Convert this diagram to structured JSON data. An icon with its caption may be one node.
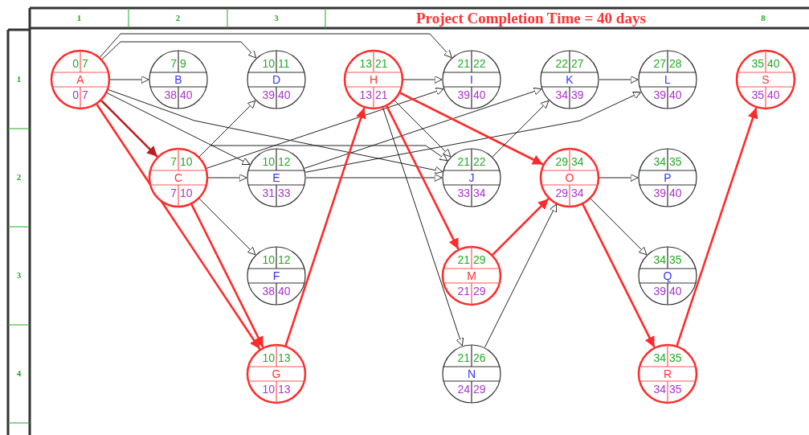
{
  "diagram": {
    "title": "Project Completion Time = 40 days",
    "nodes": [
      {
        "text": [
          "0",
          "7",
          "A",
          "0",
          "7"
        ]
      },
      {
        "text": [
          "7",
          "9",
          "B",
          "38",
          "40"
        ]
      },
      {
        "text": [
          "10",
          "11",
          "D",
          "39",
          "40"
        ]
      },
      {
        "text": [
          "13",
          "21",
          "H",
          "13",
          "21"
        ]
      },
      {
        "text": [
          "21",
          "22",
          "I",
          "39",
          "40"
        ]
      },
      {
        "text": [
          "22",
          "27",
          "K",
          "34",
          "39"
        ]
      },
      {
        "text": [
          "27",
          "28",
          "L",
          "39",
          "40"
        ]
      },
      {
        "text": [
          "35",
          "40",
          "S",
          "35",
          "40"
        ]
      },
      {
        "text": [
          "7",
          "10",
          "C",
          "7",
          "10"
        ]
      },
      {
        "text": [
          "10",
          "12",
          "E",
          "31",
          "33"
        ]
      },
      {
        "text": [
          "21",
          "22",
          "J",
          "33",
          "34"
        ]
      },
      {
        "text": [
          "29",
          "34",
          "O",
          "29",
          "34"
        ]
      },
      {
        "text": [
          "34",
          "35",
          "P",
          "39",
          "40"
        ]
      },
      {
        "text": [
          "10",
          "12",
          "F",
          "38",
          "40"
        ]
      },
      {
        "text": [
          "21",
          "29",
          "M",
          "21",
          "29"
        ]
      },
      {
        "text": [
          "34",
          "35",
          "Q",
          "39",
          "40"
        ]
      },
      {
        "text": [
          "10",
          "13",
          "G",
          "10",
          "13"
        ]
      },
      {
        "text": [
          "21",
          "26",
          "N",
          "24",
          "29"
        ]
      },
      {
        "text": [
          "34",
          "35",
          "R",
          "34",
          "35"
        ]
      }
    ],
    "edges": [
      {
        "from": 0,
        "to": 1,
        "arrow": "to"
      },
      {
        "from": 0,
        "to": 2,
        "arrow": "to"
      },
      {
        "from": 0,
        "to": 4,
        "arrow": "to"
      },
      {
        "from": 0,
        "to": 8,
        "arrow": "to",
        "style": "thick",
        "color": "#b82020"
      },
      {
        "from": 0,
        "to": 9,
        "arrow": "to"
      },
      {
        "from": 0,
        "to": 10,
        "arrow": "to"
      },
      {
        "from": 0,
        "to": 16,
        "arrow": "to",
        "style": "thick",
        "color": "#ff2a2a"
      },
      {
        "from": 8,
        "to": 2,
        "arrow": "to"
      },
      {
        "from": 8,
        "to": 9,
        "arrow": "to"
      },
      {
        "from": 8,
        "to": 4,
        "arrow": "to"
      },
      {
        "from": 8,
        "to": 10,
        "arrow": "to"
      },
      {
        "from": 8,
        "to": 13,
        "arrow": "to"
      },
      {
        "from": 8,
        "to": 16,
        "arrow": "to",
        "style": "thick",
        "color": "#ff2a2a"
      },
      {
        "from": 9,
        "to": 10,
        "arrow": "to"
      },
      {
        "from": 9,
        "to": 5,
        "arrow": "to"
      },
      {
        "from": 9,
        "to": 6,
        "arrow": "to"
      },
      {
        "from": 16,
        "to": 3,
        "arrow": "to",
        "style": "thick",
        "color": "#ff2a2a"
      },
      {
        "from": 3,
        "to": 4,
        "arrow": "to"
      },
      {
        "from": 3,
        "to": 10,
        "arrow": "to"
      },
      {
        "from": 3,
        "to": 11,
        "arrow": "to",
        "style": "thick",
        "color": "#ff2a2a"
      },
      {
        "from": 3,
        "to": 14,
        "arrow": "to",
        "style": "thick",
        "color": "#ff2a2a"
      },
      {
        "from": 3,
        "to": 17,
        "arrow": "to"
      },
      {
        "from": 10,
        "to": 5,
        "arrow": "to"
      },
      {
        "from": 5,
        "to": 6,
        "arrow": "to"
      },
      {
        "from": 14,
        "to": 11,
        "arrow": "to",
        "style": "thick",
        "color": "#ff2a2a"
      },
      {
        "from": 17,
        "to": 11,
        "arrow": "to"
      },
      {
        "from": 11,
        "to": 12,
        "arrow": "to"
      },
      {
        "from": 11,
        "to": 15,
        "arrow": "to"
      },
      {
        "from": 11,
        "to": 18,
        "arrow": "to",
        "style": "thick",
        "color": "#ff2a2a"
      },
      {
        "from": 18,
        "to": 7,
        "arrow": "to",
        "style": "thick",
        "color": "#ff2a2a"
      }
    ],
    "labels": [
      "1",
      "2",
      "3",
      "8",
      "1",
      "2",
      "3",
      "4"
    ]
  }
}
